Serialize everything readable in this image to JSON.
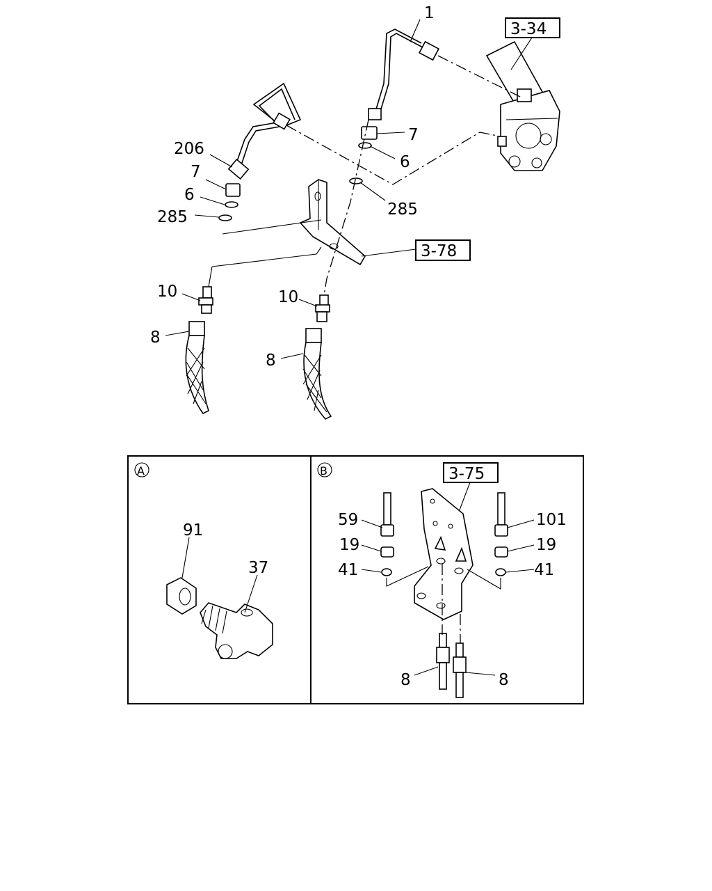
{
  "callouts": {
    "c1": "1",
    "c7a": "7",
    "c6a": "6",
    "c285a": "285",
    "c206": "206",
    "c7b": "7",
    "c6b": "6",
    "c285b": "285",
    "c10a": "10",
    "c8a": "8",
    "c10b": "10",
    "c8b": "8"
  },
  "references": {
    "ref_top": "3-34",
    "ref_mid": "3-78",
    "ref_b": "3-75"
  },
  "detail_a": {
    "marker": "A",
    "c91": "91",
    "c37": "37"
  },
  "detail_b": {
    "marker": "B",
    "c59": "59",
    "c101": "101",
    "c19l": "19",
    "c19r": "19",
    "c41l": "41",
    "c41r": "41",
    "c8l": "8",
    "c8r": "8"
  }
}
